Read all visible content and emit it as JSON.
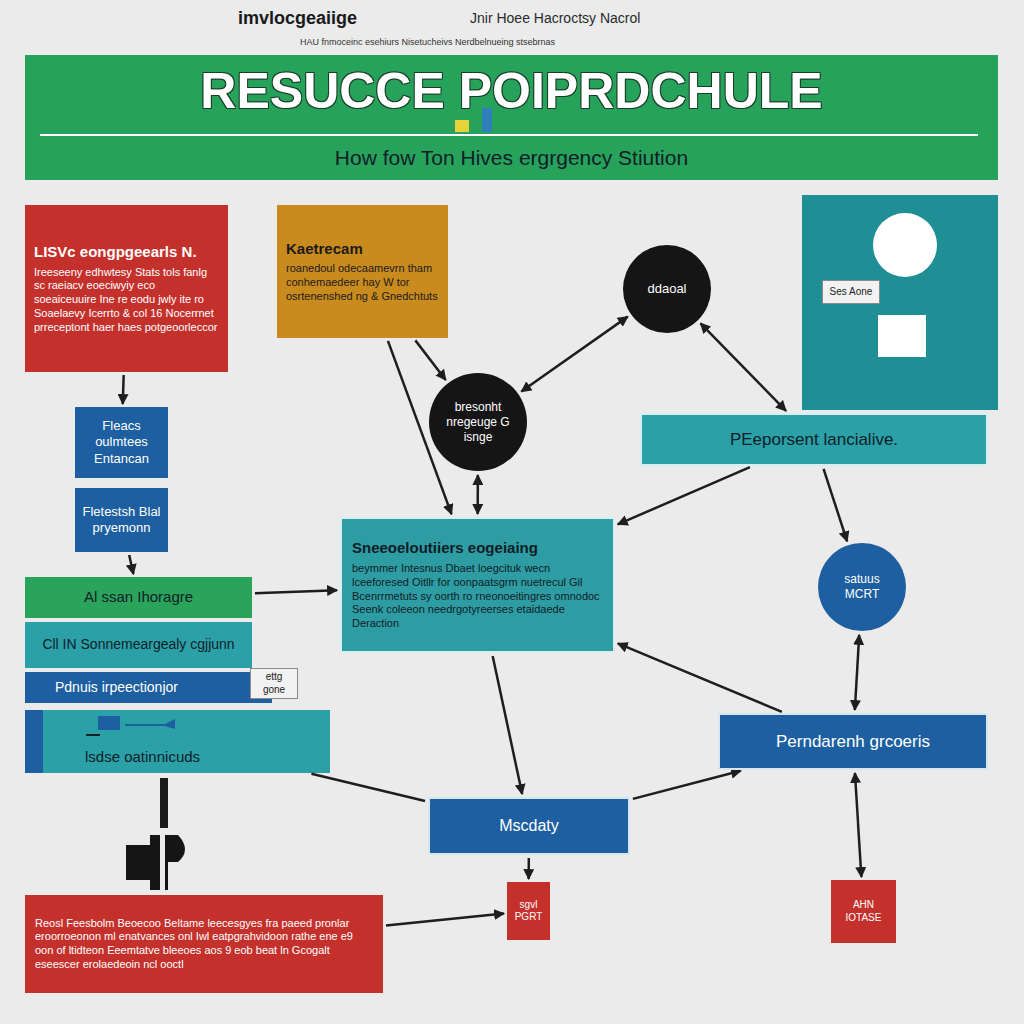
{
  "diagram": {
    "title": "RESUCCE POIPRDCHULE",
    "nodes": [
      {
        "text": [
          "LISVc eongpgeearls N.",
          "Ireeseeny edhwtesy Stats tols fanlg sc raeiacv eoeciwyiy eco soeaiceuuire Ine re eodu jwly ite ro Soaelaevy Icerrto & col 16 Nocerrnet prreceptont haer haes potgeoorleccor"
        ]
      },
      {
        "text": [
          "Kaetrecam",
          "roanedoul odecaamevrn tham conhemaedeer hay W tor osrtenenshed ng & Gnedchtuts"
        ]
      },
      {
        "text": [
          "ddaoal"
        ]
      },
      {
        "text": [
          "Ses Aone"
        ]
      },
      {
        "text": [
          "bresonht nregeuge G isnge"
        ]
      },
      {
        "text": [
          "PEeporsent lancialive."
        ]
      },
      {
        "text": [
          "Fleacs oulmtees Entancan"
        ]
      },
      {
        "text": [
          "Fletestsh Blal pryemonn"
        ]
      },
      {
        "text": [
          "Al ssan Ihoragre"
        ]
      },
      {
        "text": [
          "Cll IN Sonnemeargealy cgjjunn"
        ]
      },
      {
        "text": [
          "Pdnuis irpeectionjor"
        ]
      },
      {
        "text": [
          "ettg gone"
        ]
      },
      {
        "text": [
          "lsdse oatinnicuds"
        ]
      },
      {
        "text": [
          "Sneeoeloutiiers eogeiaing",
          "beymmer Intesnus Dbaet loegcituk wecn lceeforesed Oitllr for oonpaatsgrm nuetrecul Gil Bcenrrmetuts sy oorth ro rneonoeitingres omnodoc Seenk coleeon needrgotyreerses etaidaede Deraction"
        ]
      },
      {
        "text": [
          "satuus MCRT"
        ]
      },
      {
        "text": [
          "Perndarenh grcoeris"
        ]
      },
      {
        "text": [
          "Mscdaty"
        ]
      },
      {
        "text": [
          "sgvl PGRT"
        ]
      },
      {
        "text": [
          "AHN IOTASE"
        ]
      },
      {
        "text": [
          "Reosl Feesbolm Beoecoo Beltame leecesgyes fra paeed pronlar eroorroeonon ml enatvances onl Iwl eatpgrahvidoon rathe ene e9 oon of ltidteon Eeemtatve bleeoes aos 9 eob beat ln Gcogalt eseescer erolaedeoin ncl ooctl"
        ]
      }
    ],
    "edges": [
      {
        "from": 0,
        "to": 6,
        "arrow": "to"
      },
      {
        "from": 7,
        "to": 8,
        "arrow": "to"
      },
      {
        "from": 1,
        "to": 13,
        "arrow": "to"
      },
      {
        "from": 1,
        "to": 4,
        "arrow": "to"
      },
      {
        "from": 4,
        "to": 13,
        "arrow": "both"
      },
      {
        "from": 4,
        "to": 2,
        "arrow": "both"
      },
      {
        "from": 2,
        "to": 5,
        "arrow": "both"
      },
      {
        "from": 5,
        "to": 13,
        "arrow": "to"
      },
      {
        "from": 5,
        "to": 14,
        "arrow": "to"
      },
      {
        "from": 14,
        "to": 15,
        "arrow": "both"
      },
      {
        "from": 8,
        "to": 13,
        "arrow": "to"
      },
      {
        "from": 13,
        "to": 16,
        "arrow": "to"
      },
      {
        "from": 15,
        "to": 13,
        "arrow": "to"
      },
      {
        "from": 16,
        "to": 15,
        "arrow": "to"
      },
      {
        "from": 16,
        "to": 17,
        "arrow": "to"
      },
      {
        "from": 15,
        "to": 18,
        "arrow": "both"
      },
      {
        "from": 19,
        "to": 17,
        "arrow": "to"
      },
      {
        "from": 12,
        "to": 16,
        "arrow": "none"
      }
    ],
    "labels": [
      "imvlocgeaiige",
      "Jnir Hoee Hacroctsy Nacrol",
      "HAU fnmoceinc esehiurs Nisetucheivs Nerdbelnueing stsebrnas",
      "How fow Ton Hives ergrgency Stiution"
    ]
  }
}
